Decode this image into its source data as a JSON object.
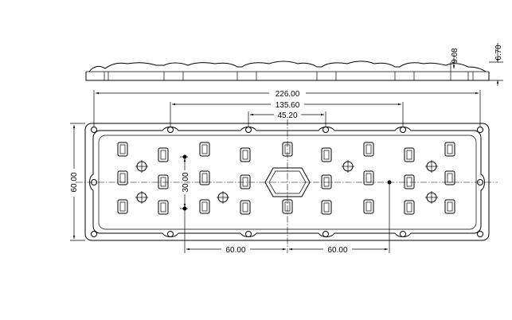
{
  "dimensions": {
    "top_height_a": "9.08",
    "top_height_b": "6.70",
    "overall_length": "226.00",
    "hole_span_outer": "135.60",
    "hole_span_inner": "45.20",
    "overall_height": "60.00",
    "pin_spacing": "30.00",
    "bottom_left_span": "60.00",
    "bottom_right_span": "60.00"
  },
  "colors": {
    "line": "#000000",
    "background": "#ffffff"
  }
}
